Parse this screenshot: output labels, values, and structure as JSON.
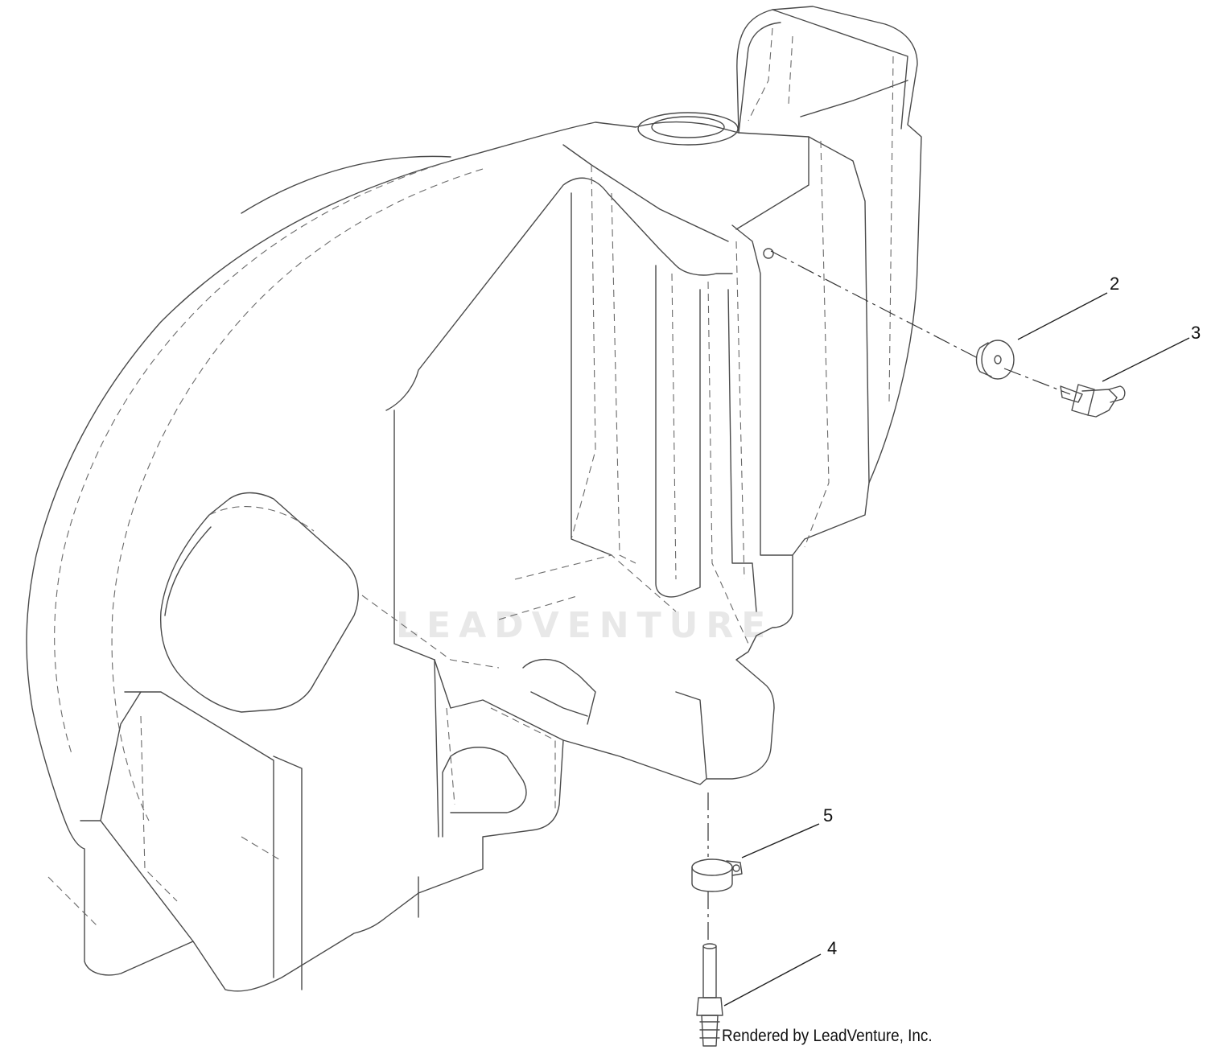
{
  "watermark": {
    "text": "LEADVENTURE"
  },
  "credit": {
    "text": "Rendered by LeadVenture, Inc."
  },
  "callouts": [
    {
      "id": "2",
      "label": "2"
    },
    {
      "id": "3",
      "label": "3"
    },
    {
      "id": "4",
      "label": "4"
    },
    {
      "id": "5",
      "label": "5"
    }
  ],
  "parts": [
    {
      "name": "tank-body"
    },
    {
      "name": "grommet"
    },
    {
      "name": "elbow-fitting"
    },
    {
      "name": "hose-barb-fitting"
    },
    {
      "name": "hose-clamp"
    }
  ],
  "colors": {
    "line": "#4a4a4a",
    "watermark": "#e8e8e8",
    "background": "#ffffff"
  }
}
